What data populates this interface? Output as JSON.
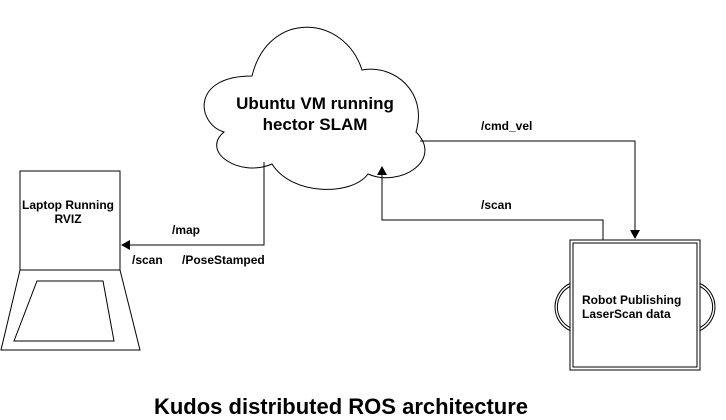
{
  "colors": {
    "stroke": "#000000",
    "fill": "#ffffff",
    "text": "#000000"
  },
  "nodes": {
    "vm": {
      "line1": "Ubuntu VM running",
      "line2": "hector SLAM",
      "shape": "cloud"
    },
    "laptop": {
      "line1": "Laptop Running",
      "line2": "RVIZ",
      "shape": "laptop"
    },
    "robot": {
      "line1": "Robot Publishing",
      "line2": "LaserScan data",
      "shape": "robot"
    }
  },
  "edges": {
    "cmd_vel": {
      "label": "/cmd_vel",
      "from": "vm",
      "to": "robot"
    },
    "scan_up": {
      "label": "/scan",
      "from": "robot",
      "to": "vm"
    },
    "to_laptop": {
      "labels": [
        "/map",
        "/scan",
        "/PoseStamped"
      ],
      "from": "vm",
      "to": "laptop"
    }
  },
  "caption": "Kudos distributed ROS architecture"
}
